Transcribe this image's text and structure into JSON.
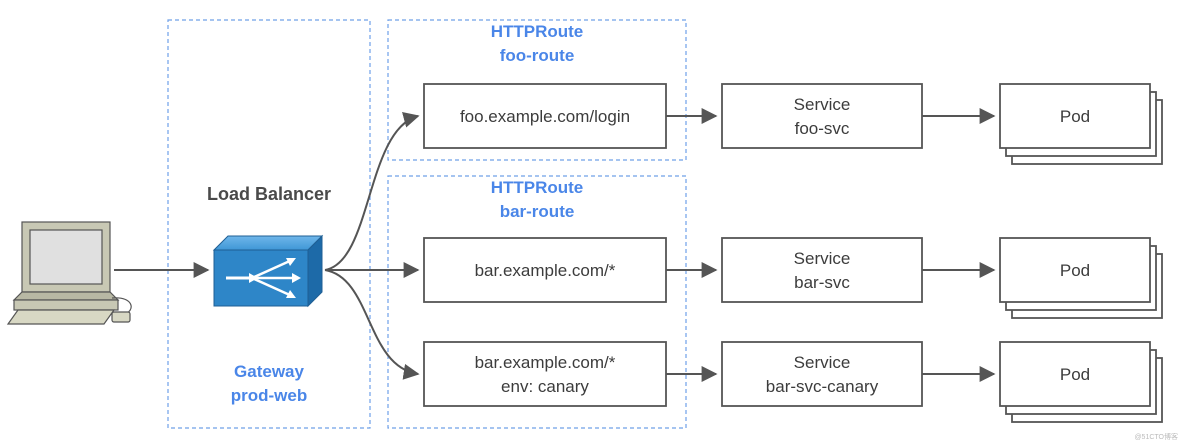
{
  "gateway": {
    "load_balancer_label": "Load Balancer",
    "kind": "Gateway",
    "name": "prod-web"
  },
  "routes": [
    {
      "kind": "HTTPRoute",
      "name": "foo-route"
    },
    {
      "kind": "HTTPRoute",
      "name": "bar-route"
    }
  ],
  "rules": [
    {
      "line1": "foo.example.com/login",
      "line2": ""
    },
    {
      "line1": "bar.example.com/*",
      "line2": ""
    },
    {
      "line1": "bar.example.com/*",
      "line2": "env: canary"
    }
  ],
  "services": [
    {
      "kind": "Service",
      "name": "foo-svc"
    },
    {
      "kind": "Service",
      "name": "bar-svc"
    },
    {
      "kind": "Service",
      "name": "bar-svc-canary"
    }
  ],
  "pods": [
    {
      "label": "Pod"
    },
    {
      "label": "Pod"
    },
    {
      "label": "Pod"
    }
  ],
  "watermark": "@51CTO博客",
  "colors": {
    "route_label": "#4a86e8",
    "dashed_border": "#6fa0e8",
    "box_border": "#555555",
    "text": "#3c3c3c",
    "arrow": "#555555",
    "lb_blue": "#2e86c8"
  },
  "icons": [
    "computer-icon",
    "load-balancer-icon"
  ]
}
